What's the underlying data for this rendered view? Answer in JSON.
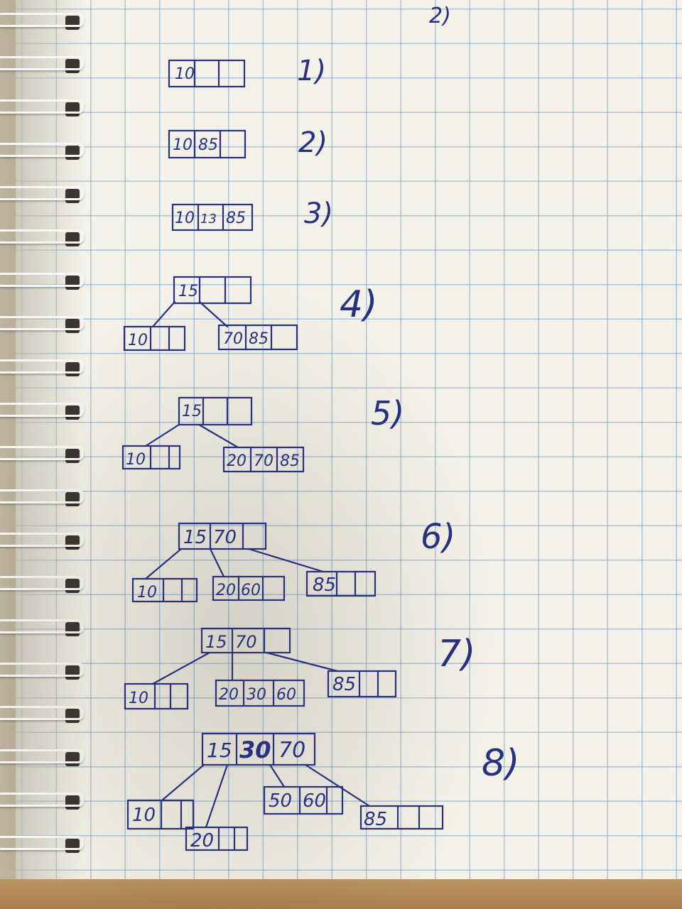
{
  "page_label": "2)",
  "steps": [
    {
      "label": "1)",
      "root": [
        "10"
      ]
    },
    {
      "label": "2)",
      "root": [
        "10",
        "85"
      ]
    },
    {
      "label": "3)",
      "root": [
        "10",
        "13",
        "85"
      ]
    },
    {
      "label": "4)",
      "root": [
        "15"
      ],
      "children": [
        [
          "10"
        ],
        [
          "70",
          "85"
        ]
      ]
    },
    {
      "label": "5)",
      "root": [
        "15"
      ],
      "children": [
        [
          "10"
        ],
        [
          "20",
          "70",
          "85"
        ]
      ]
    },
    {
      "label": "6)",
      "root": [
        "15",
        "70"
      ],
      "children": [
        [
          "10"
        ],
        [
          "20",
          "60"
        ],
        [
          "85"
        ]
      ]
    },
    {
      "label": "7)",
      "root": [
        "15",
        "70"
      ],
      "children": [
        [
          "10"
        ],
        [
          "20",
          "30",
          "60"
        ],
        [
          "85"
        ]
      ]
    },
    {
      "label": "8)",
      "root": [
        "15",
        "30",
        "70"
      ],
      "children": [
        [
          "10"
        ],
        [
          "20"
        ],
        [
          "50",
          "60"
        ],
        [
          "85"
        ]
      ]
    }
  ]
}
